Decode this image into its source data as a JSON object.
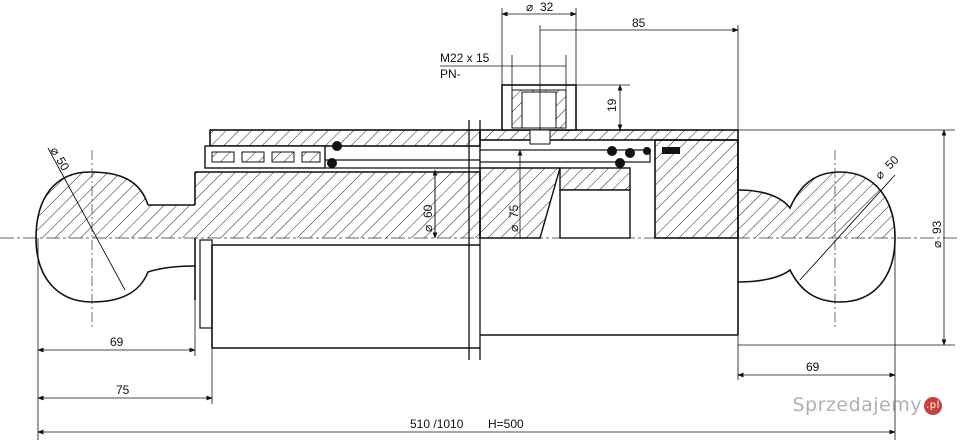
{
  "drawing": {
    "dimensions": {
      "port_diameter": "32",
      "port_offset": "85",
      "port_thread": "M22 x 15",
      "port_note": "PN-",
      "port_height": "19",
      "eye_diameter_left": "50",
      "eye_diameter_right": "50",
      "rod_diameter": "60",
      "bore_diameter": "75",
      "outer_diameter": "93",
      "left_eye_length": "69",
      "right_eye_length": "69",
      "left_total_length": "75",
      "overall_length": "510 /1010",
      "stroke": "H=500"
    },
    "diameter_symbol": "⌀"
  },
  "watermark": {
    "text": "Sprzedajemy",
    "badge": ".pl"
  }
}
